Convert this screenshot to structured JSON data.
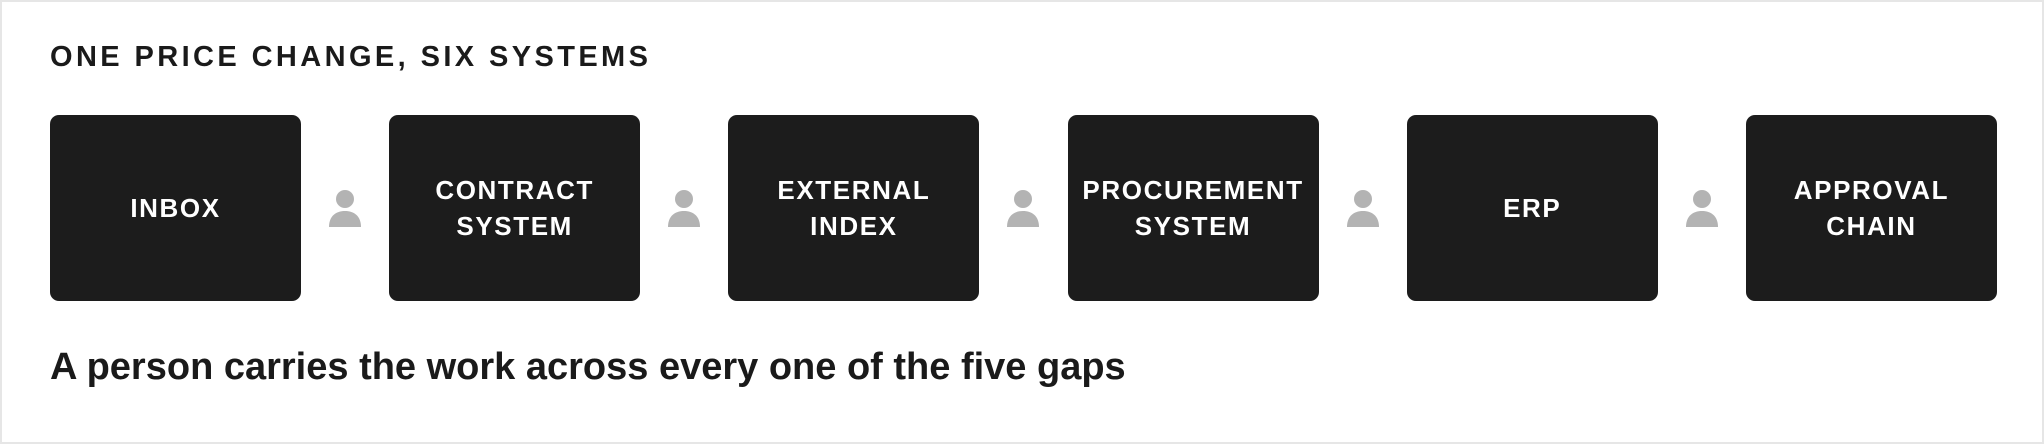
{
  "title": "ONE PRICE CHANGE, SIX SYSTEMS",
  "systems": [
    {
      "label": "INBOX"
    },
    {
      "label": "CONTRACT\nSYSTEM"
    },
    {
      "label": "EXTERNAL\nINDEX"
    },
    {
      "label": "PROCUREMENT\nSYSTEM"
    },
    {
      "label": "ERP"
    },
    {
      "label": "APPROVAL\nCHAIN"
    }
  ],
  "connector_icon": "person-icon",
  "caption": "A person carries the work across every one of the five gaps",
  "colors": {
    "box": "#1c1c1c",
    "box_text": "#ffffff",
    "icon": "#b3b3b3",
    "text": "#1a1a1a",
    "border": "#e6e6e6"
  }
}
